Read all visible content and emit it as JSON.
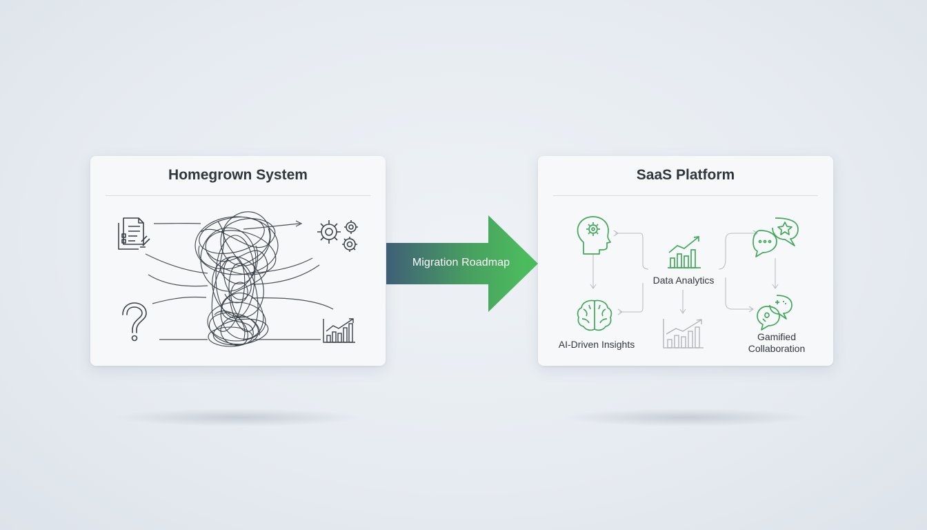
{
  "panels": {
    "left": {
      "title": "Homegrown System"
    },
    "right": {
      "title": "SaaS Platform",
      "nodes": {
        "analytics": "Data Analytics",
        "insights": "AI-Driven Insights",
        "collab_line1": "Gamified",
        "collab_line2": "Collaboration"
      }
    }
  },
  "arrow": {
    "label": "Migration Roadmap"
  },
  "colors": {
    "arrow_start": "#3f5f78",
    "arrow_end": "#4cc25c",
    "icon_green": "#3fa85a",
    "icon_dark": "#3a4149",
    "connector_gray": "#b9bec4"
  },
  "icons": {
    "left": [
      "document-checklist-icon",
      "gears-icon",
      "question-mark-icon",
      "bar-chart-icon"
    ],
    "right": [
      "head-gear-icon",
      "growth-chart-icon",
      "chat-star-icon",
      "brain-icon",
      "chat-game-icon"
    ]
  }
}
